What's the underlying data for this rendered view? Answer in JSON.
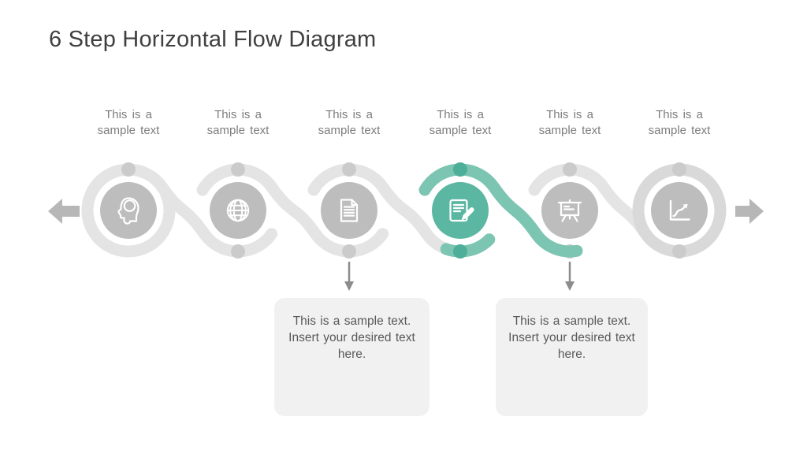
{
  "slide": {
    "title": "6 Step Horizontal Flow Diagram"
  },
  "steps": [
    {
      "label": "This is a sample text",
      "icon": "brain-head-icon",
      "active": false
    },
    {
      "label": "This is a sample text",
      "icon": "globe-icon",
      "active": false
    },
    {
      "label": "This is a sample text",
      "icon": "document-icon",
      "active": false
    },
    {
      "label": "This is a sample text",
      "icon": "edit-document-icon",
      "active": true
    },
    {
      "label": "This is a sample text",
      "icon": "presentation-board-icon",
      "active": false
    },
    {
      "label": "This is a sample text",
      "icon": "line-chart-icon",
      "active": false
    }
  ],
  "callouts": [
    {
      "text": "This is a sample text. Insert your desired text here."
    },
    {
      "text": "This is a sample text. Insert your desired text here."
    }
  ],
  "nav": {
    "left_arrow": "previous",
    "right_arrow": "next"
  },
  "colors": {
    "accent_teal": "#5bb7a2",
    "accent_teal_light": "#7cc5b2",
    "accent_teal_dark": "#4daf99",
    "circle_gray": "#bdbdbd",
    "strand_gray": "#e4e4e4",
    "ring_gray": "#d9d9d9",
    "dot_gray": "#cbcbcb",
    "arrow_gray": "#b7b7b7",
    "title_text": "#404040",
    "label_text": "#7d7d7d",
    "callout_bg": "#f1f1f2",
    "callout_text": "#595959"
  }
}
